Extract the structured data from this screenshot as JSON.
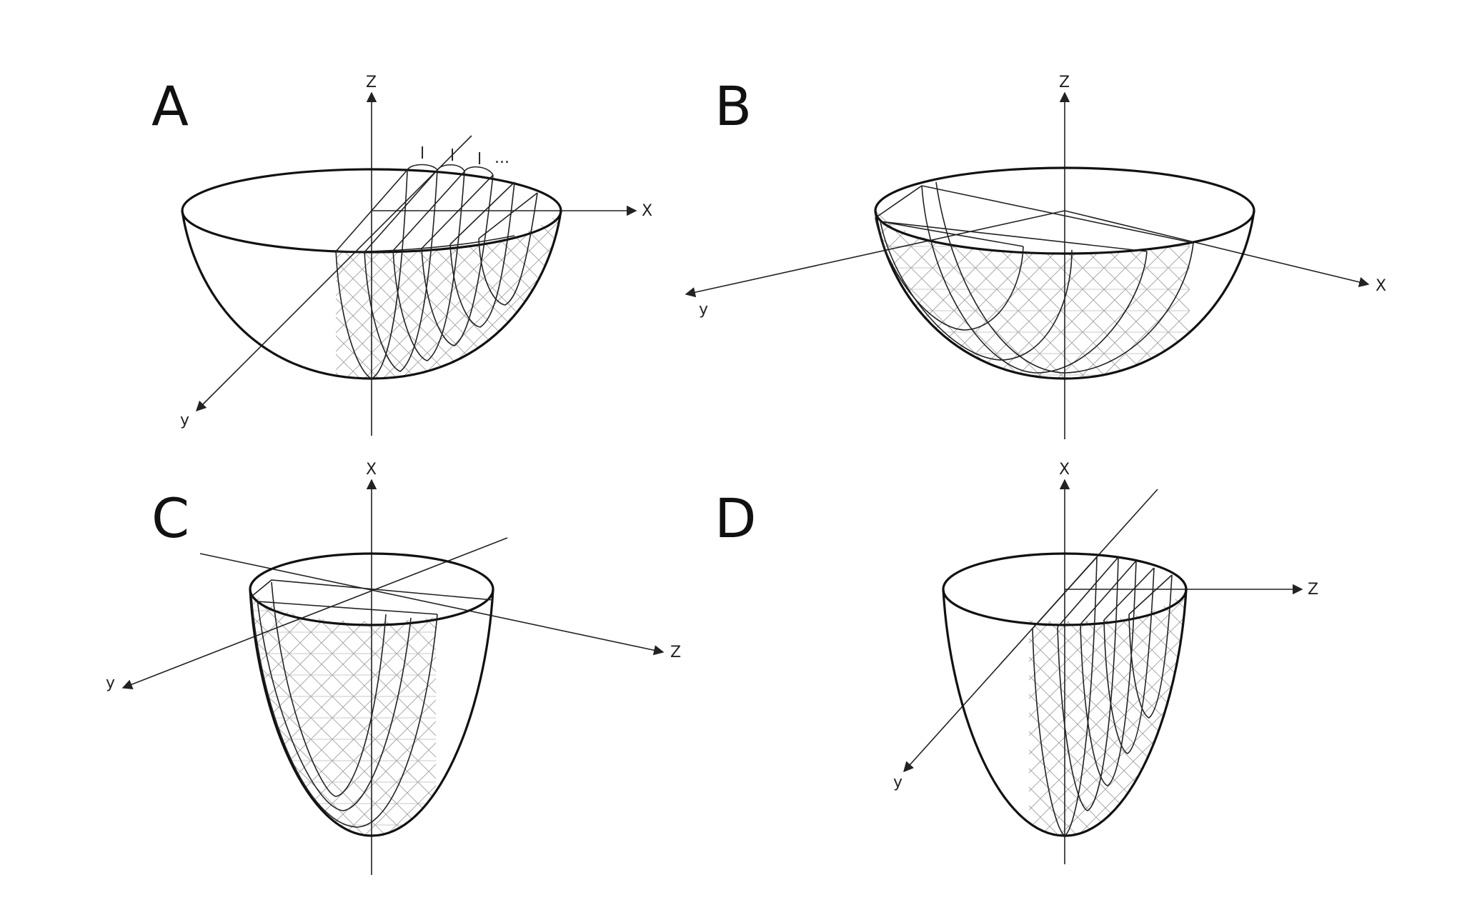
{
  "panels": [
    {
      "id": "A",
      "label": "A",
      "axes": {
        "vertical": "Z",
        "right": "X",
        "depth": "y"
      },
      "markers": [
        "l",
        "l",
        "l",
        "..."
      ]
    },
    {
      "id": "B",
      "label": "B",
      "axes": {
        "vertical": "Z",
        "right": "X",
        "depth": "y"
      }
    },
    {
      "id": "C",
      "label": "C",
      "axes": {
        "vertical": "X",
        "right": "Z",
        "depth": "y"
      }
    },
    {
      "id": "D",
      "label": "D",
      "axes": {
        "vertical": "X",
        "right": "Z",
        "depth": "y"
      }
    }
  ],
  "colors": {
    "ink": "#111111",
    "hatch": "#9a9a9a",
    "background": "#ffffff"
  }
}
